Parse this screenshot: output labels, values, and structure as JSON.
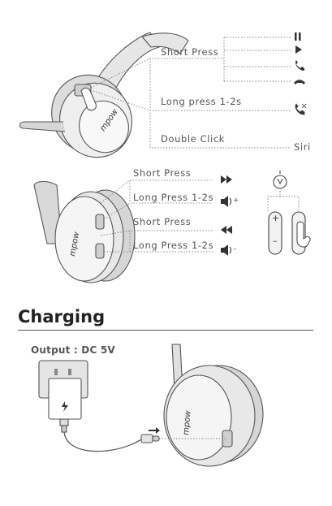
{
  "controls_top": {
    "short_press": "Short Press",
    "long_press": "Long press 1-2s",
    "double_click": "Double Click",
    "siri": "Siri"
  },
  "controls_mid": {
    "short_press_next": "Short Press",
    "long_press_vol_up": "Long Press 1-2s",
    "short_press_prev": "Short Press",
    "long_press_vol_down": "Long Press 1-2s",
    "vol_up_sign": "+",
    "vol_down_sign": "–"
  },
  "charging": {
    "heading": "Charging",
    "output": "Output : DC 5V"
  },
  "brand": {
    "logo": "mpow"
  },
  "icons": [
    "pause-icon",
    "play-icon",
    "answer-call-icon",
    "hang-up-icon",
    "reject-call-icon",
    "next-track-icon",
    "volume-up-icon",
    "previous-track-icon",
    "volume-down-icon",
    "mic-mute-icon",
    "hand-press-icon",
    "lightning-icon",
    "usb-c-plug-icon"
  ]
}
